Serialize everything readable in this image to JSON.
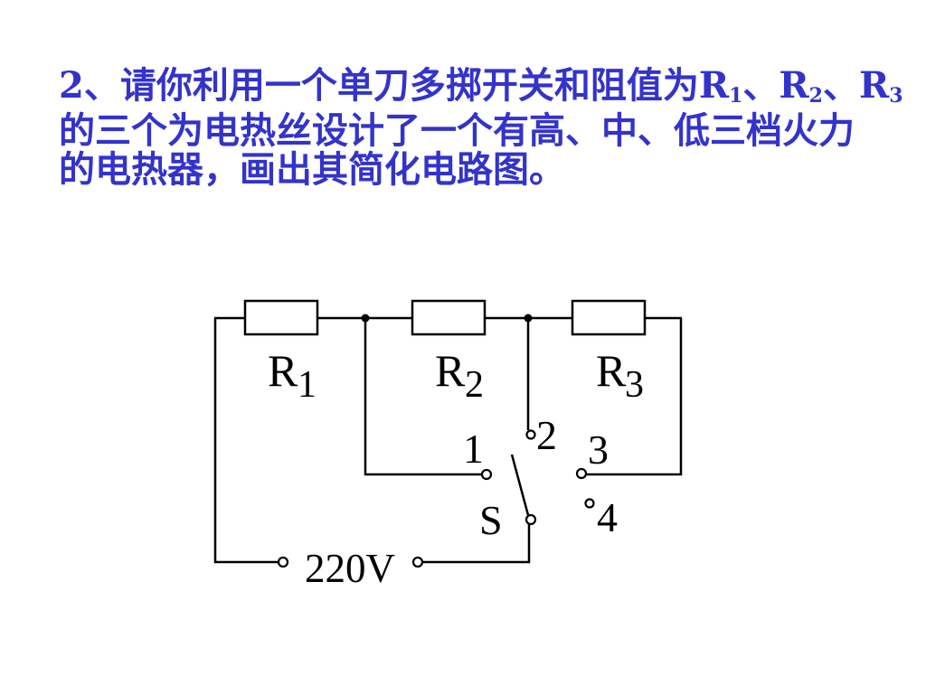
{
  "question": {
    "line1": "2、请你利用一个单刀多掷开关和阻值为",
    "refs": [
      {
        "letter": "R",
        "sub": "1"
      },
      {
        "letter": "R",
        "sub": "2"
      },
      {
        "letter": "R",
        "sub": "3"
      }
    ],
    "separator": "、",
    "line2": "的三个为电热丝设计了一个有高、中、低三档火力",
    "line3": "的电热器，画出其简化电路图。"
  },
  "circuit": {
    "resistors": [
      {
        "letter": "R",
        "sub": "1"
      },
      {
        "letter": "R",
        "sub": "2"
      },
      {
        "letter": "R",
        "sub": "3"
      }
    ],
    "terminals": [
      "1",
      "2",
      "3",
      "4"
    ],
    "switch_label": "S",
    "source_label": "220V"
  },
  "colors": {
    "text": "#3333cc",
    "wire": "#000000"
  }
}
